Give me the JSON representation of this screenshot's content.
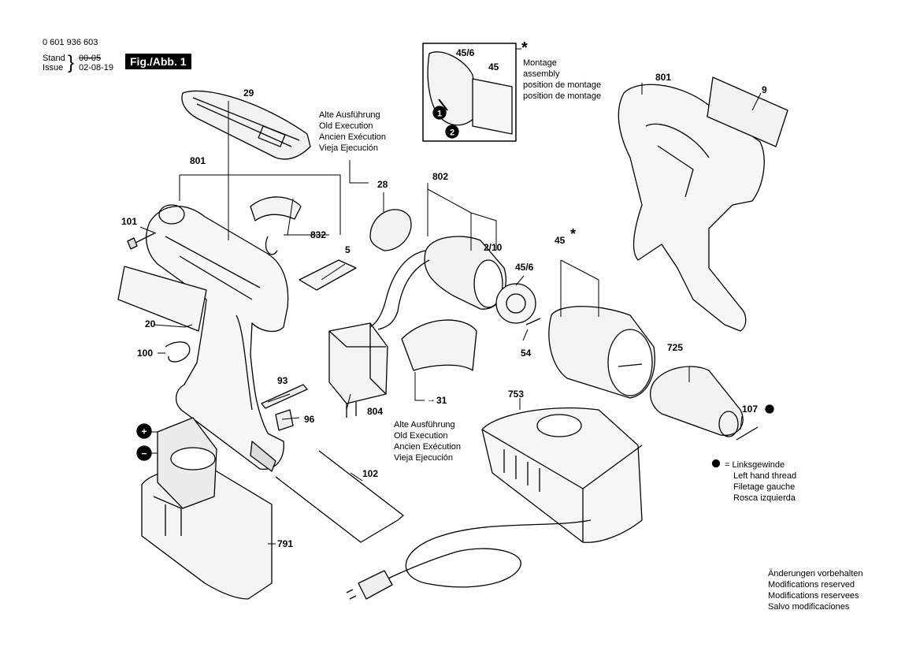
{
  "header": {
    "part_number": "0 601 936 603",
    "stand_label": "Stand",
    "stand_date": "00-05",
    "issue_label": "Issue",
    "issue_date": "02-08-19",
    "figure_label": "Fig./Abb. 1"
  },
  "callouts": {
    "c29": "29",
    "c801_left": "801",
    "c801_right": "801",
    "c101": "101",
    "c832": "832",
    "c5": "5",
    "c20": "20",
    "c100": "100",
    "c93": "93",
    "c96": "96",
    "c804": "804",
    "c31": "31",
    "c28": "28",
    "c802": "802",
    "c2_10": "2/10",
    "c45": "45",
    "c45_top": "45",
    "c45_6": "45/6",
    "c45_6_top": "45/6",
    "c54": "54",
    "c9": "9",
    "c725": "725",
    "c107": "107",
    "c753": "753",
    "c102": "102",
    "c791": "791"
  },
  "old_execution_top": [
    "Alte Ausführung",
    "Old Execution",
    "Ancien Exécution",
    "Vieja Ejecución"
  ],
  "old_execution_bottom": [
    "Alte Ausführung",
    "Old Execution",
    "Ancien Exécution",
    "Vieja Ejecución"
  ],
  "montage": [
    "Montage",
    "assembly",
    "position de montage",
    "position de montage"
  ],
  "left_hand_thread": [
    "= Linksgewinde",
    "Left hand thread",
    "Filetage gauche",
    "Rosca izquierda"
  ],
  "modifications": [
    "Änderungen vorbehalten",
    "Modifications reserved",
    "Modifications reservees",
    "Salvo modificaciones"
  ],
  "step_1": "1",
  "step_2": "2",
  "plus": "+",
  "minus": "−",
  "asterisk": "*"
}
